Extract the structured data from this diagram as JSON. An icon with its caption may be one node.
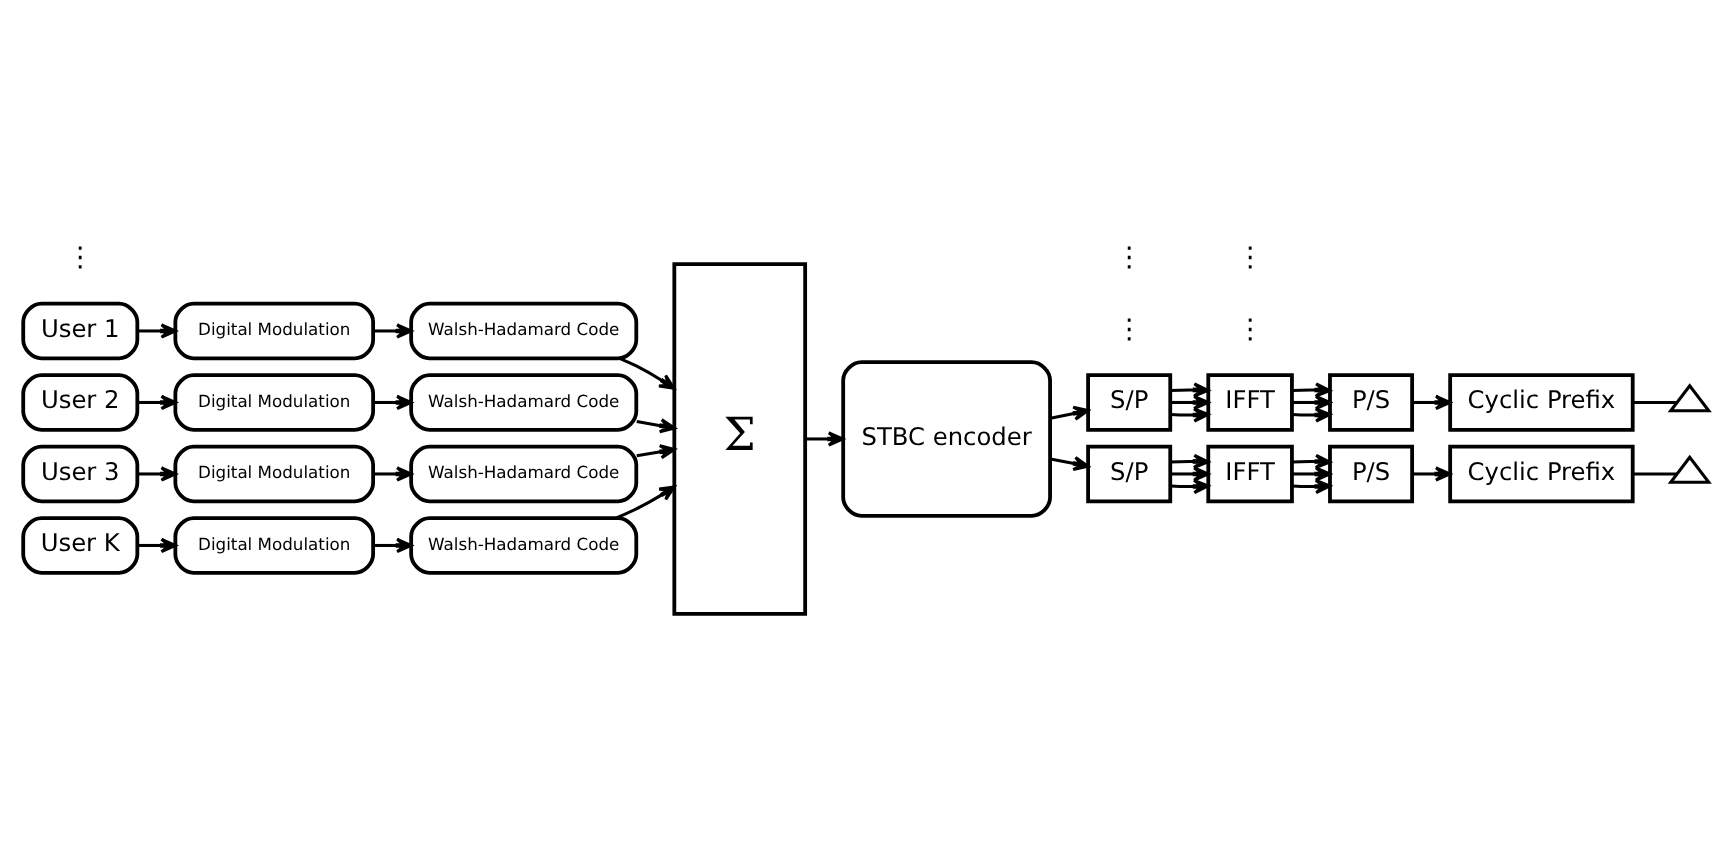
{
  "diagram": {
    "nodes": [
      {
        "text": [
          "User 1"
        ]
      },
      {
        "text": [
          "Digital Modulation"
        ]
      },
      {
        "text": [
          "Walsh-Hadamard Code"
        ]
      },
      {
        "text": [
          "User 2"
        ]
      },
      {
        "text": [
          "Digital Modulation"
        ]
      },
      {
        "text": [
          "Walsh-Hadamard Code"
        ]
      },
      {
        "text": [
          "User 3"
        ]
      },
      {
        "text": [
          "Digital Modulation"
        ]
      },
      {
        "text": [
          "Walsh-Hadamard Code"
        ]
      },
      {
        "text": [
          "User K"
        ]
      },
      {
        "text": [
          "Digital Modulation"
        ]
      },
      {
        "text": [
          "Walsh-Hadamard Code"
        ]
      },
      {
        "text": [
          "Σ"
        ]
      },
      {
        "text": [
          "STBC encoder"
        ]
      },
      {
        "text": [
          "S/P"
        ]
      },
      {
        "text": [
          "IFFT"
        ]
      },
      {
        "text": [
          "P/S"
        ]
      },
      {
        "text": [
          "Cyclic Prefix"
        ]
      },
      {
        "text": [],
        "shape": "triangle"
      },
      {
        "text": [
          "S/P"
        ]
      },
      {
        "text": [
          "IFFT"
        ]
      },
      {
        "text": [
          "P/S"
        ]
      },
      {
        "text": [
          "Cyclic Prefix"
        ]
      },
      {
        "text": [],
        "shape": "triangle"
      }
    ],
    "edges": [
      {
        "from": 0,
        "to": 1,
        "arrow": "to"
      },
      {
        "from": 1,
        "to": 2,
        "arrow": "to"
      },
      {
        "from": 3,
        "to": 4,
        "arrow": "to"
      },
      {
        "from": 4,
        "to": 5,
        "arrow": "to"
      },
      {
        "from": 6,
        "to": 7,
        "arrow": "to"
      },
      {
        "from": 7,
        "to": 8,
        "arrow": "to"
      },
      {
        "from": 9,
        "to": 10,
        "arrow": "to"
      },
      {
        "from": 10,
        "to": 11,
        "arrow": "to"
      },
      {
        "from": 2,
        "to": 12,
        "arrow": "to"
      },
      {
        "from": 5,
        "to": 12,
        "arrow": "to"
      },
      {
        "from": 8,
        "to": 12,
        "arrow": "to"
      },
      {
        "from": 11,
        "to": 12,
        "arrow": "to"
      },
      {
        "from": 12,
        "to": 13,
        "arrow": "to"
      },
      {
        "from": 13,
        "to": 14,
        "arrow": "to"
      },
      {
        "from": 13,
        "to": 19,
        "arrow": "to"
      },
      {
        "from": 14,
        "to": 15,
        "arrow": "to"
      },
      {
        "from": 14,
        "to": 15,
        "arrow": "to"
      },
      {
        "from": 14,
        "to": 15,
        "arrow": "to"
      },
      {
        "from": 15,
        "to": 16,
        "arrow": "to"
      },
      {
        "from": 15,
        "to": 16,
        "arrow": "to"
      },
      {
        "from": 15,
        "to": 16,
        "arrow": "to"
      },
      {
        "from": 16,
        "to": 17,
        "arrow": "to"
      },
      {
        "from": 17,
        "to": 18,
        "arrow": "none"
      },
      {
        "from": 19,
        "to": 20,
        "arrow": "to"
      },
      {
        "from": 19,
        "to": 20,
        "arrow": "to"
      },
      {
        "from": 19,
        "to": 20,
        "arrow": "to"
      },
      {
        "from": 20,
        "to": 21,
        "arrow": "to"
      },
      {
        "from": 20,
        "to": 21,
        "arrow": "to"
      },
      {
        "from": 20,
        "to": 21,
        "arrow": "to"
      },
      {
        "from": 21,
        "to": 22,
        "arrow": "to"
      },
      {
        "from": 22,
        "to": 23,
        "arrow": "none"
      }
    ],
    "labels": [
      "⋮",
      "⋮",
      "⋮",
      "⋮",
      "⋮"
    ]
  }
}
